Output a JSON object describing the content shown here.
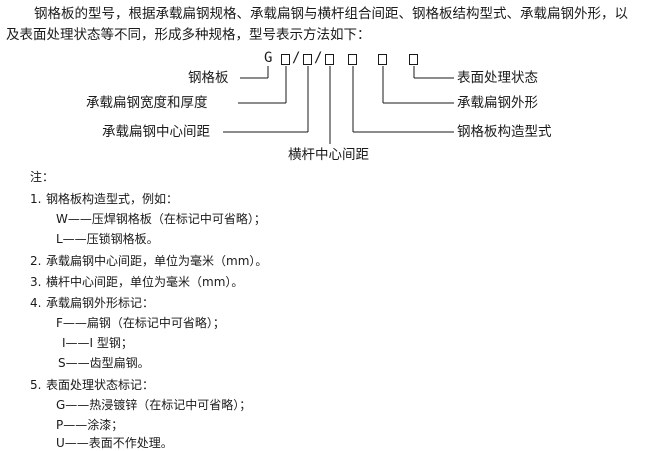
{
  "intro": {
    "line1": "钢格板的型号，根据承载扁钢规格、承载扁钢与横杆组合间距、钢格板结构型式、承载扁钢外形，以",
    "line2": "及表面处理状态等不同，形成多种规格，型号表示方法如下："
  },
  "diagram": {
    "prefix": "G",
    "separator": "/",
    "left_labels": [
      "钢格板",
      "承载扁钢宽度和厚度",
      "承载扁钢中心间距"
    ],
    "bottom_label": "横杆中心间距",
    "right_labels": [
      "表面处理状态",
      "承载扁钢外形",
      "钢格板构造型式"
    ]
  },
  "notes": {
    "heading": "注：",
    "items": [
      {
        "num": "1.",
        "text": "钢格板构造型式，例如：",
        "subs": [
          "W——压焊钢格板（在标记中可省略）；",
          "L——压锁钢格板。"
        ]
      },
      {
        "num": "2.",
        "text": "承载扁钢中心间距，单位为毫米（mm）。",
        "subs": []
      },
      {
        "num": "3.",
        "text": "横杆中心间距，单位为毫米（mm）。",
        "subs": []
      },
      {
        "num": "4.",
        "text": "承载扁钢外形标记：",
        "subs": [
          "F——扁钢（在标记中可省略）；",
          "I——I 型钢；",
          "S——齿型扁钢。"
        ]
      },
      {
        "num": "5.",
        "text": "表面处理状态标记：",
        "subs": [
          "G——热浸镀锌（在标记中可省略）；",
          "P——涂漆；",
          "U——表面不作处理。"
        ]
      }
    ]
  }
}
